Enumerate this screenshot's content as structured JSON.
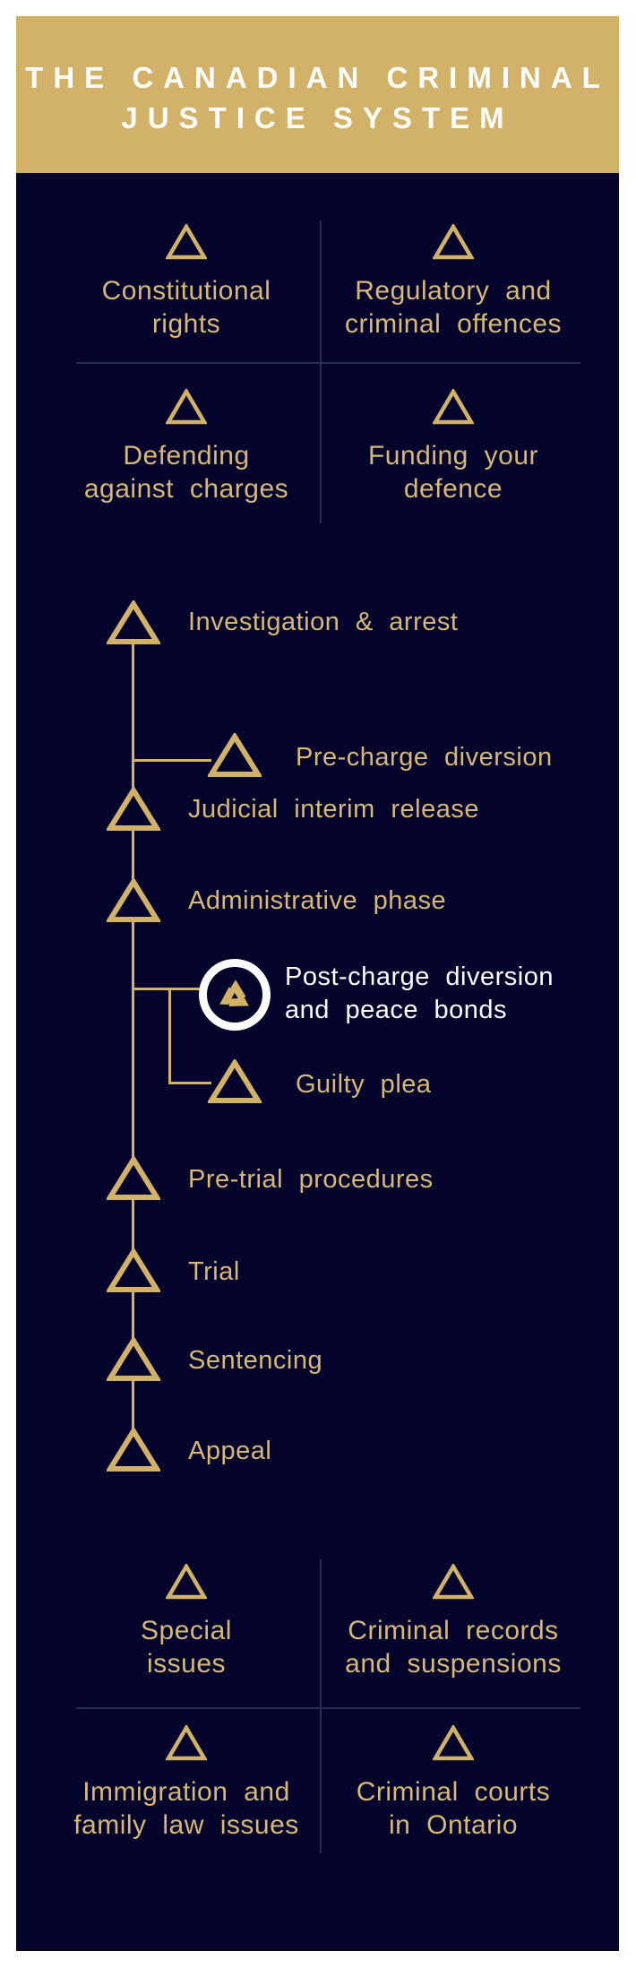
{
  "theme": {
    "navy": "#03032b",
    "gold": "#d2b269",
    "gold_text": "#d6b877",
    "white": "#ffffff",
    "divider": "#252c56",
    "page_background": "#ffffff"
  },
  "header": {
    "line1": "THE CANADIAN CRIMINAL",
    "line2": "JUSTICE SYSTEM"
  },
  "top_grid": {
    "items": [
      {
        "line1": "Constitutional",
        "line2": "rights",
        "icon": "triangle"
      },
      {
        "line1": "Regulatory and",
        "line2": "criminal offences",
        "icon": "triangle"
      },
      {
        "line1": "Defending",
        "line2": "against charges",
        "icon": "triangle"
      },
      {
        "line1": "Funding your",
        "line2": "defence",
        "icon": "triangle"
      }
    ]
  },
  "timeline": {
    "items": [
      {
        "label": "Investigation & arrest",
        "icon": "triangle"
      },
      {
        "label": "Pre-charge diversion",
        "icon": "triangle"
      },
      {
        "label": "Judicial interim release",
        "icon": "triangle"
      },
      {
        "label": "Administrative phase",
        "icon": "triangle"
      },
      {
        "line1": "Post-charge diversion",
        "line2": "and peace bonds",
        "icon": "firm-logo",
        "highlight_ring": "#ffffff"
      },
      {
        "label": "Guilty plea",
        "icon": "triangle"
      },
      {
        "label": "Pre-trial procedures",
        "icon": "triangle"
      },
      {
        "label": "Trial",
        "icon": "triangle"
      },
      {
        "label": "Sentencing",
        "icon": "triangle"
      },
      {
        "label": "Appeal",
        "icon": "triangle"
      }
    ]
  },
  "bottom_grid": {
    "items": [
      {
        "line1": "Special",
        "line2": "issues",
        "icon": "triangle"
      },
      {
        "line1": "Criminal records",
        "line2": "and suspensions",
        "icon": "triangle"
      },
      {
        "line1": "Immigration and",
        "line2": "family law issues",
        "icon": "triangle"
      },
      {
        "line1": "Criminal courts",
        "line2": "in Ontario",
        "icon": "triangle"
      }
    ]
  }
}
